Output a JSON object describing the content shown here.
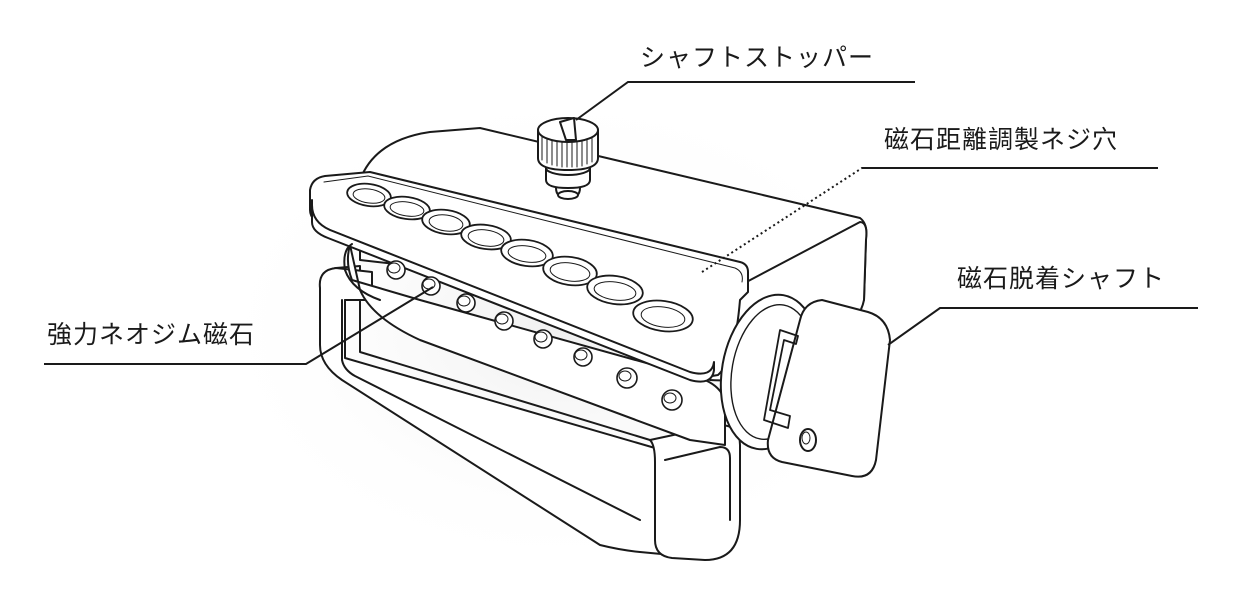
{
  "labels": {
    "shaft_stopper": "シャフトストッパー",
    "screw_hole": "磁石距離調製ネジ穴",
    "detach_shaft": "磁石脱着シャフト",
    "neodymium_magnet": "強力ネオジム磁石"
  },
  "colors": {
    "line": "#1a1a1a",
    "body_fill": "#ffffff",
    "shadow": "#eaeaea"
  }
}
